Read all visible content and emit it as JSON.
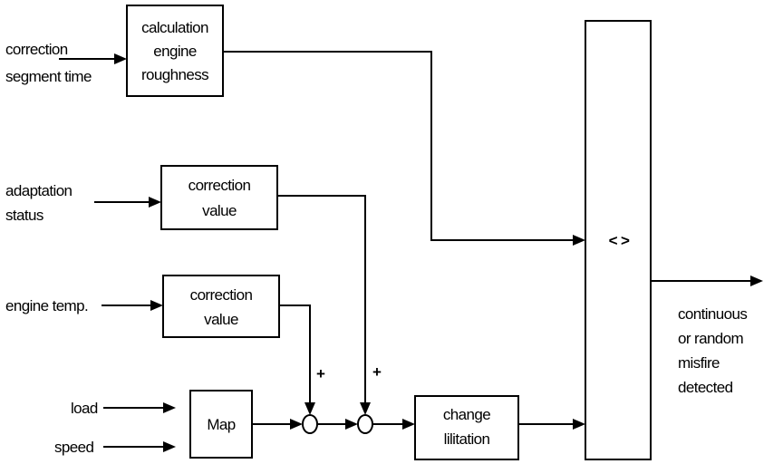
{
  "inputs": {
    "correction_segment_time": [
      "correction",
      "segment time"
    ],
    "adaptation_status": [
      "adaptation",
      "status"
    ],
    "engine_temp": [
      "engine temp."
    ],
    "load": [
      "load"
    ],
    "speed": [
      "speed"
    ]
  },
  "blocks": {
    "calculation": [
      "calculation",
      "engine",
      "roughness"
    ],
    "correction_upper": [
      "correction",
      "value"
    ],
    "correction_lower": [
      "correction",
      "value"
    ],
    "map": [
      "Map"
    ],
    "change_limitation": [
      "change",
      "lilitation"
    ],
    "comparator": [
      "< >"
    ]
  },
  "sum_signs": [
    "+",
    "+"
  ],
  "output": [
    "continuous",
    "or random",
    "misfire",
    "detected"
  ]
}
